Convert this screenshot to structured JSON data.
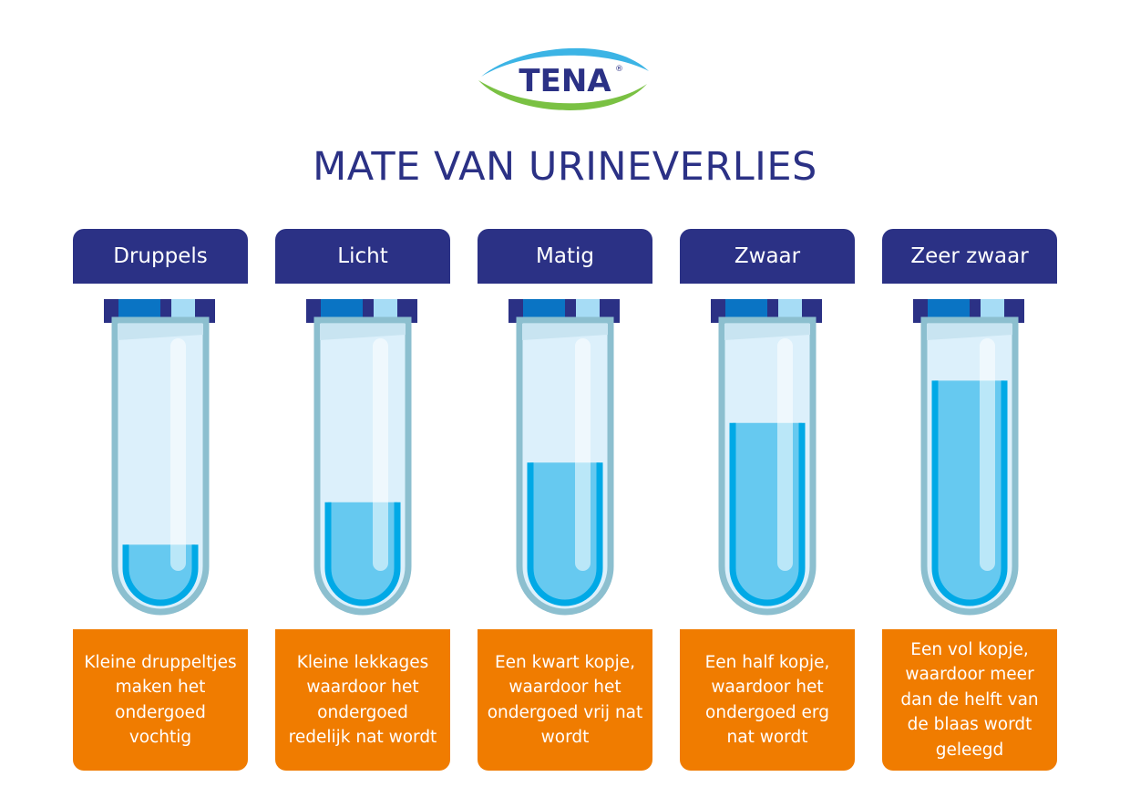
{
  "brand": {
    "name": "TENA",
    "registered": "®"
  },
  "title": "MATE VAN URINEVERLIES",
  "colors": {
    "navy": "#2b3185",
    "orange": "#f07c00",
    "fluid": "#66c9f0",
    "fluid_edge": "#00a9e6",
    "tube_glass": "#dcf0fb",
    "tube_outline": "#8cbfcf"
  },
  "levels": [
    {
      "label": "Druppels",
      "description": "Kleine druppeltjes maken het ondergoed vochtig",
      "fill_fraction": 0.22
    },
    {
      "label": "Licht",
      "description": "Kleine lekkages waardoor het ondergoed redelijk nat wordt",
      "fill_fraction": 0.38
    },
    {
      "label": "Matig",
      "description": "Een kwart kopje, waardoor het ondergoed vrij nat wordt",
      "fill_fraction": 0.53
    },
    {
      "label": "Zwaar",
      "description": "Een half kopje, waardoor het ondergoed erg nat wordt",
      "fill_fraction": 0.68
    },
    {
      "label": "Zeer zwaar",
      "description": "Een vol kopje, waardoor meer dan de helft van de blaas wordt geleegd",
      "fill_fraction": 0.84
    }
  ]
}
